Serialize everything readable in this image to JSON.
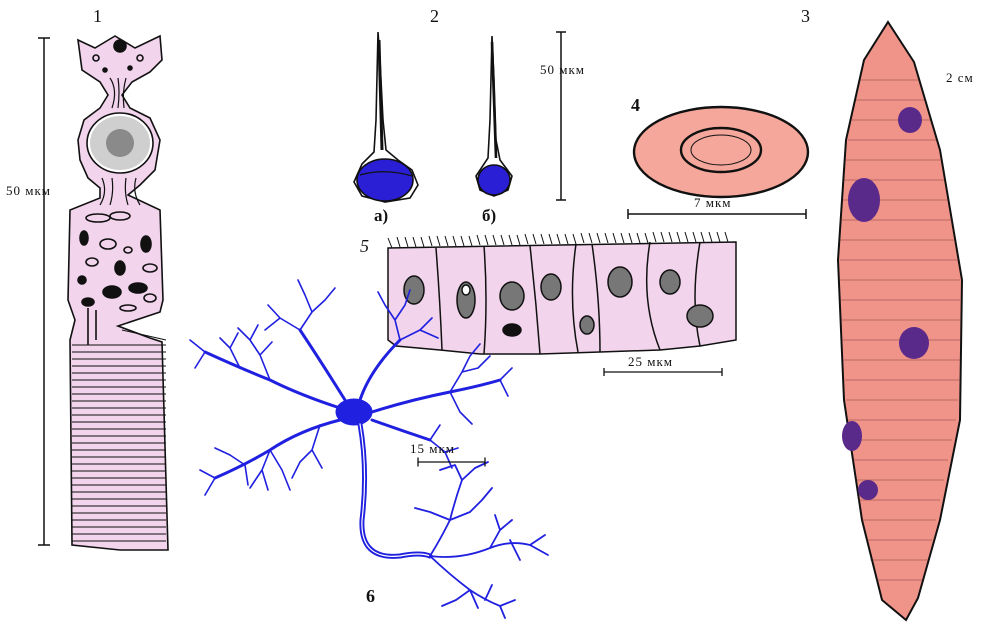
{
  "panels": {
    "rod_cell": {
      "number": "1",
      "scale_label": "50 мкм"
    },
    "sperm": {
      "number": "2",
      "scale_label": "50 мкм",
      "sub_a": "а)",
      "sub_b": "б)"
    },
    "muscle_fiber": {
      "number": "3",
      "scale_label": "2 см"
    },
    "erythrocyte": {
      "number": "4",
      "scale_label": "7 мкм"
    },
    "epithelium": {
      "number": "5",
      "scale_label": "25 мкм"
    },
    "neuron": {
      "number": "6",
      "scale_label": "15 мкм"
    }
  },
  "colors": {
    "cell_pink": "#f2d4ec",
    "nucleus_blue": "#2b1fd6",
    "erythrocyte_salmon": "#f4a79a",
    "muscle_salmon": "#f0948a",
    "muscle_nucleus": "#5a2a8a",
    "neuron_blue": "#2020e0",
    "ink": "#111111"
  }
}
